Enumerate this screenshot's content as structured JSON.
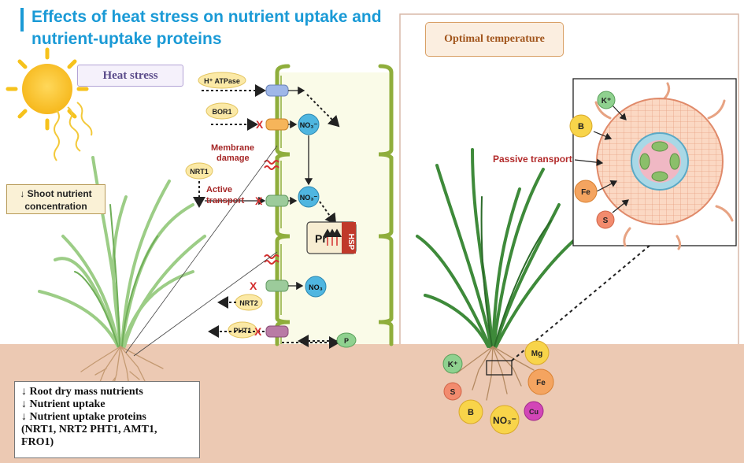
{
  "title": "Effects of heat stress on nutrient uptake and nutrient-uptake proteins",
  "heat_stress": "Heat stress",
  "optimal_temperature": "Optimal temperature",
  "shoot_box": {
    "line1": "↓ Shoot nutrient",
    "line2": "concentration"
  },
  "root_box": {
    "line1": "↓ Root dry mass nutrients",
    "line2": "↓ Nutrient uptake",
    "line3": "↓ Nutrient uptake proteins",
    "line4": "(NRT1, NRT2 PHT1, AMT1,",
    "line5": "FRO1)"
  },
  "membrane": {
    "h_atpase": "H⁺ ATPase",
    "bor1": "BOR1",
    "nrt1": "NRT1",
    "nrt2": "NRT2",
    "pht1": "PHT1",
    "membrane_damage_1": "Membrane",
    "membrane_damage_2": "damage",
    "active_transport_1": "Active",
    "active_transport_2": "transport",
    "no3": "NO₃⁻",
    "no3_plain": "NO₃",
    "p": "P",
    "pr": "Pr",
    "hsp": "HSP",
    "x_mark": "X"
  },
  "root_section": {
    "passive_transport": "Passive transport",
    "k": "K⁺",
    "b": "B",
    "fe": "Fe",
    "s": "S"
  },
  "soil_nutrients": {
    "k": "K⁺",
    "mg": "Mg",
    "fe": "Fe",
    "s": "S",
    "b": "B",
    "no3": "NO₃⁻",
    "cu": "Cu"
  },
  "colors": {
    "title": "#1a9ad6",
    "soil": "#ecc9b3",
    "cell": "#fafbe8",
    "cell_wall": "#8fae3c",
    "damage": "#d32f2f",
    "no3": "#4fb6e0",
    "yellow_ion": "#f8d44a",
    "orange_ion": "#f4a460",
    "green_ion": "#8fd18f",
    "cu": "#d246b7"
  }
}
